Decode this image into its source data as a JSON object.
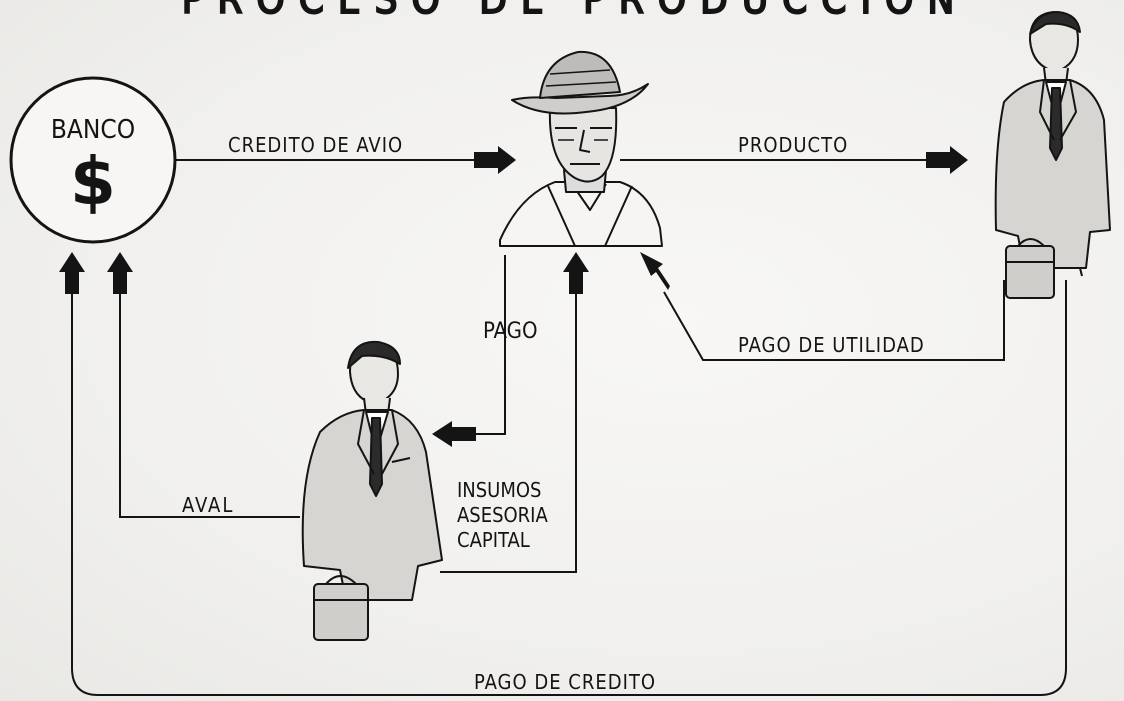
{
  "title": "PROCESO DE PRODUCCION",
  "bank": {
    "label": "BANCO",
    "symbol": "$"
  },
  "flows": {
    "credito_de_avio": "CREDITO DE AVIO",
    "producto": "PRODUCTO",
    "pago": "PAGO",
    "pago_de_utilidad": "PAGO DE UTILIDAD",
    "aval": "AVAL",
    "insumos": [
      "INSUMOS",
      "ASESORIA",
      "CAPITAL"
    ],
    "pago_de_credito": "PAGO DE CREDITO"
  },
  "actors": [
    {
      "id": "farmer",
      "icon": "farmer-icon"
    },
    {
      "id": "buyer",
      "icon": "businessman-icon"
    },
    {
      "id": "promoter",
      "icon": "businessman-icon"
    }
  ],
  "colors": {
    "ink": "#141414",
    "paper": "#f4f3f1"
  }
}
